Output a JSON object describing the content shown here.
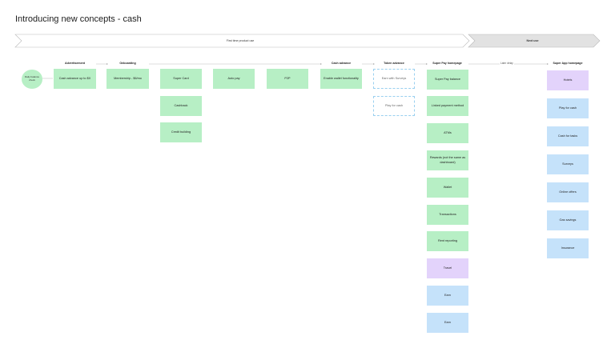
{
  "title": "Introducing new concepts - cash",
  "banners": {
    "first": "First time product use",
    "next": "Next use"
  },
  "start_node": "Daily balance check",
  "column_headers": {
    "advertisement": "Advertisement",
    "onboarding": "Onboarding",
    "cash_advance": "Cash advance",
    "token_advance": "Token advance",
    "super_pay_homepage": "Super Pay homepage",
    "super_app_homepage": "Super App homepage"
  },
  "connector_label": "Later delay",
  "boxes": {
    "ad_cash_advance": "Cash advance up to $X",
    "membership": "Membership - $6/mo",
    "super_card": "Super Card",
    "cashback": "Cashback",
    "credit_building": "Credit building",
    "auto_pay": "Auto pay",
    "p2p": "P2P",
    "enable_wallet": "Enable wallet functionality",
    "earn_with_surveys": "Earn with Surveys",
    "play_for_cash": "Play for cash",
    "super_pay_balance": "Super Pay balance",
    "linked_payment_method": "Linked payment method",
    "atms": "ATMs",
    "rewards": "Rewards (not the same as dashboard)",
    "wallet": "Wallet",
    "transactions": "Transactions",
    "rent_reporting": "Rent reporting",
    "travel": "Travel",
    "earn_1": "Earn",
    "earn_2": "Earn",
    "hotels": "Hotels",
    "app_play_for_cash": "Play for cash",
    "cash_for_tasks": "Cash for tasks",
    "surveys": "Surveys",
    "online_offers": "Online offers",
    "gas_savings": "Gas savings",
    "insurance": "Insurance"
  },
  "colors": {
    "green": "#b7efc5",
    "blue": "#c5e2fa",
    "purple": "#e3d3fb",
    "banner_first_fill": "#ffffff",
    "banner_next_fill": "#e2e2e2"
  }
}
